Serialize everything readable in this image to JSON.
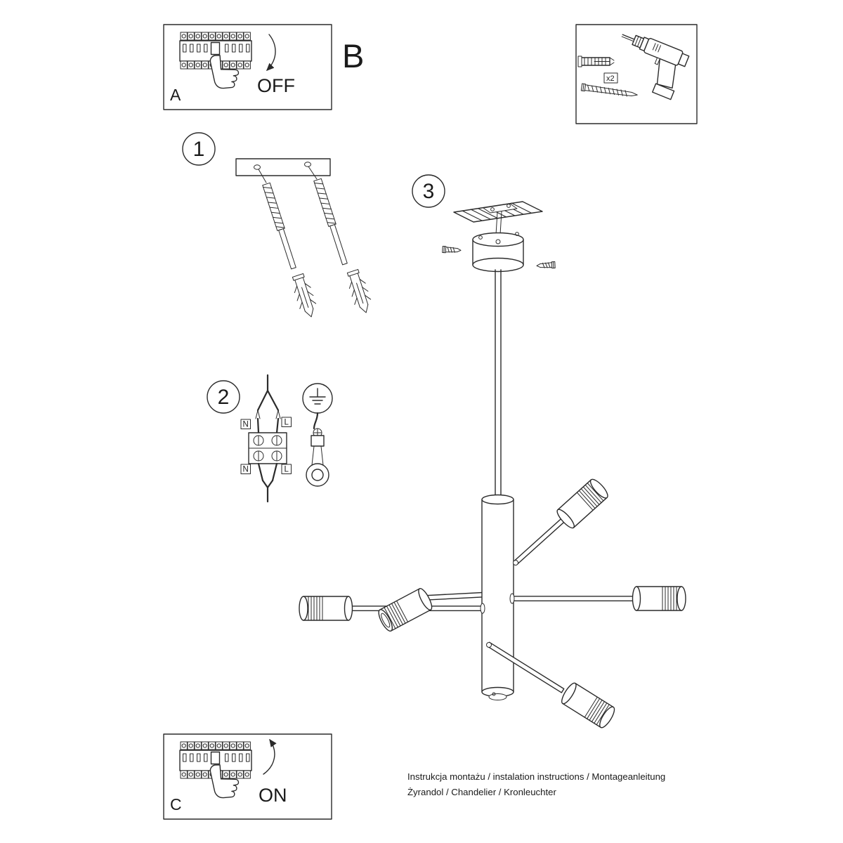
{
  "page": {
    "background": "#ffffff",
    "ink": "#2b2b2b"
  },
  "power_off_panel": {
    "label": "A",
    "state": "OFF"
  },
  "section_label": "B",
  "tools": {
    "anchor_quantity": "x2"
  },
  "steps": {
    "one": "1",
    "two": "2",
    "three": "3"
  },
  "wiring_labels": {
    "neutral_top": "N",
    "line_top": "L",
    "neutral_bottom": "N",
    "line_bottom": "L"
  },
  "power_on_panel": {
    "label": "C",
    "state": "ON"
  },
  "footer": {
    "line1": "Instrukcja montażu / instalation instructions / Montageanleitung",
    "line2": "Żyrandol / Chandelier / Kronleuchter"
  }
}
